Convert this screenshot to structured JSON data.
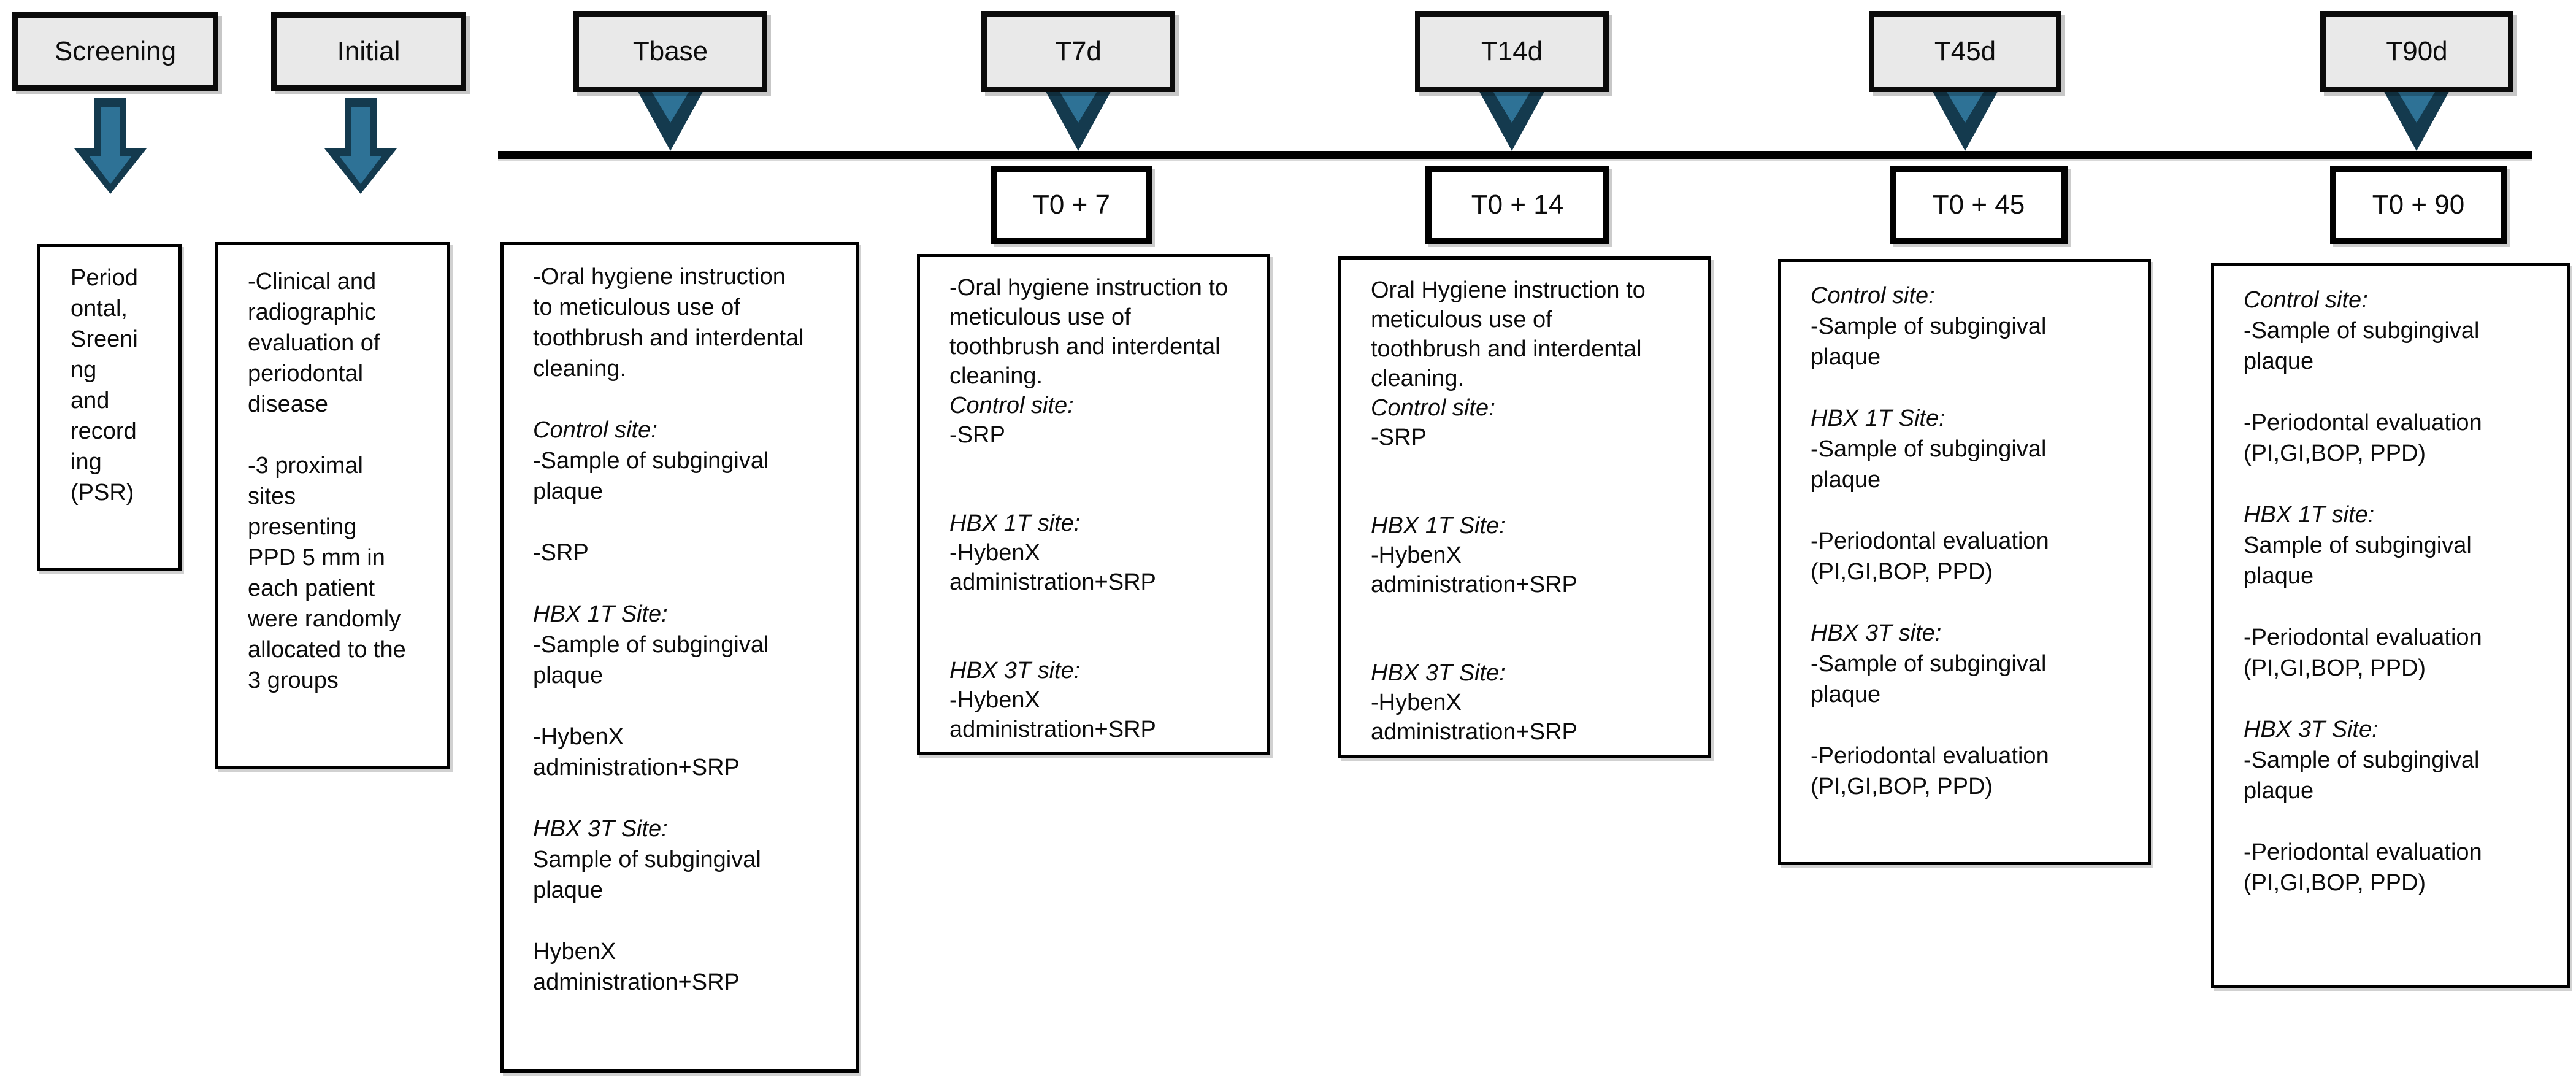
{
  "colors": {
    "header_fill": "#e9e9e9",
    "box_border": "#000000",
    "timeline": "#000000",
    "arrow_outline": "#143a4e",
    "arrow_fill": "#2e7296"
  },
  "icons": {
    "screening_connector": "down-block-arrow",
    "initial_connector": "down-block-arrow",
    "timepoint_connector": "down-pin-arrow"
  },
  "phases": [
    {
      "key": "screening",
      "label": "Screening",
      "content_lines": [
        {
          "text": "Period"
        },
        {
          "text": "ontal,"
        },
        {
          "text": "Sreeni"
        },
        {
          "text": "ng"
        },
        {
          "text": "and"
        },
        {
          "text": "record"
        },
        {
          "text": "ing"
        },
        {
          "text": "(PSR)"
        }
      ]
    },
    {
      "key": "initial",
      "label": "Initial",
      "content_lines": [
        {
          "text": "-Clinical and"
        },
        {
          "text": "radiographic"
        },
        {
          "text": "evaluation of"
        },
        {
          "text": "periodontal"
        },
        {
          "text": "disease"
        },
        {
          "text": ""
        },
        {
          "text": "-3 proximal"
        },
        {
          "text": "sites"
        },
        {
          "text": "presenting"
        },
        {
          "text": "PPD 5 mm in"
        },
        {
          "text": "each patient"
        },
        {
          "text": "were randomly"
        },
        {
          "text": "allocated to the"
        },
        {
          "text": "3 groups"
        }
      ]
    },
    {
      "key": "tbase",
      "label": "Tbase",
      "content_lines": [
        {
          "text": "-Oral hygiene instruction"
        },
        {
          "text": "to meticulous use of"
        },
        {
          "text": "toothbrush and interdental"
        },
        {
          "text": "cleaning."
        },
        {
          "text": ""
        },
        {
          "text": "Control site:",
          "italic": true
        },
        {
          "text": "-Sample of subgingival"
        },
        {
          "text": "plaque"
        },
        {
          "text": ""
        },
        {
          "text": "-SRP"
        },
        {
          "text": ""
        },
        {
          "text": "HBX 1T Site:",
          "italic": true
        },
        {
          "text": "-Sample of subgingival"
        },
        {
          "text": "plaque"
        },
        {
          "text": ""
        },
        {
          "text": "-HybenX"
        },
        {
          "text": "administration+SRP"
        },
        {
          "text": ""
        },
        {
          "text": "HBX 3T Site:",
          "italic": true
        },
        {
          "text": "Sample of subgingival"
        },
        {
          "text": "plaque"
        },
        {
          "text": ""
        },
        {
          "text": "HybenX"
        },
        {
          "text": "administration+SRP"
        }
      ]
    },
    {
      "key": "t7d",
      "label": "T7d",
      "timeline_label": "T0 + 7",
      "content_lines": [
        {
          "text": "-Oral hygiene instruction to"
        },
        {
          "text": "meticulous use of"
        },
        {
          "text": "toothbrush and interdental"
        },
        {
          "text": "cleaning."
        },
        {
          "text": "Control site:",
          "italic": true
        },
        {
          "text": "-SRP"
        },
        {
          "text": ""
        },
        {
          "text": ""
        },
        {
          "text": "HBX 1T site:",
          "italic": true
        },
        {
          "text": "-HybenX"
        },
        {
          "text": "administration+SRP"
        },
        {
          "text": ""
        },
        {
          "text": ""
        },
        {
          "text": "HBX 3T site:",
          "italic": true
        },
        {
          "text": "-HybenX"
        },
        {
          "text": "administration+SRP"
        }
      ]
    },
    {
      "key": "t14d",
      "label": "T14d",
      "timeline_label": "T0 + 14",
      "content_lines": [
        {
          "text": "Oral Hygiene instruction to"
        },
        {
          "text": "meticulous use of"
        },
        {
          "text": "toothbrush and interdental"
        },
        {
          "text": "cleaning."
        },
        {
          "text": "Control site:",
          "italic": true
        },
        {
          "text": "-SRP"
        },
        {
          "text": ""
        },
        {
          "text": ""
        },
        {
          "text": "HBX 1T Site:",
          "italic": true
        },
        {
          "text": "-HybenX"
        },
        {
          "text": "administration+SRP"
        },
        {
          "text": ""
        },
        {
          "text": ""
        },
        {
          "text": "HBX 3T Site:",
          "italic": true
        },
        {
          "text": "-HybenX"
        },
        {
          "text": "administration+SRP"
        }
      ]
    },
    {
      "key": "t45d",
      "label": "T45d",
      "timeline_label": "T0 + 45",
      "content_lines": [
        {
          "text": "Control site:",
          "italic": true
        },
        {
          "text": "-Sample of subgingival"
        },
        {
          "text": "plaque"
        },
        {
          "text": ""
        },
        {
          "text": "HBX 1T Site:",
          "italic": true
        },
        {
          "text": "-Sample of subgingival"
        },
        {
          "text": "plaque"
        },
        {
          "text": ""
        },
        {
          "text": "-Periodontal evaluation"
        },
        {
          "text": "(PI,GI,BOP, PPD)"
        },
        {
          "text": ""
        },
        {
          "text": "HBX 3T site:",
          "italic": true
        },
        {
          "text": "-Sample of subgingival"
        },
        {
          "text": "plaque"
        },
        {
          "text": ""
        },
        {
          "text": "-Periodontal evaluation"
        },
        {
          "text": "(PI,GI,BOP, PPD)"
        }
      ]
    },
    {
      "key": "t90d",
      "label": "T90d",
      "timeline_label": "T0 + 90",
      "content_lines": [
        {
          "text": "Control site:",
          "italic": true
        },
        {
          "text": "-Sample of subgingival"
        },
        {
          "text": "plaque"
        },
        {
          "text": ""
        },
        {
          "text": "-Periodontal evaluation"
        },
        {
          "text": "(PI,GI,BOP, PPD)"
        },
        {
          "text": ""
        },
        {
          "text": "HBX 1T site:",
          "italic": true
        },
        {
          "text": "Sample of subgingival"
        },
        {
          "text": "plaque"
        },
        {
          "text": ""
        },
        {
          "text": "-Periodontal evaluation"
        },
        {
          "text": "(PI,GI,BOP, PPD)"
        },
        {
          "text": ""
        },
        {
          "text": "HBX 3T Site:",
          "italic": true
        },
        {
          "text": "-Sample of subgingival"
        },
        {
          "text": "plaque"
        },
        {
          "text": ""
        },
        {
          "text": "-Periodontal evaluation"
        },
        {
          "text": "(PI,GI,BOP, PPD)"
        }
      ]
    }
  ]
}
